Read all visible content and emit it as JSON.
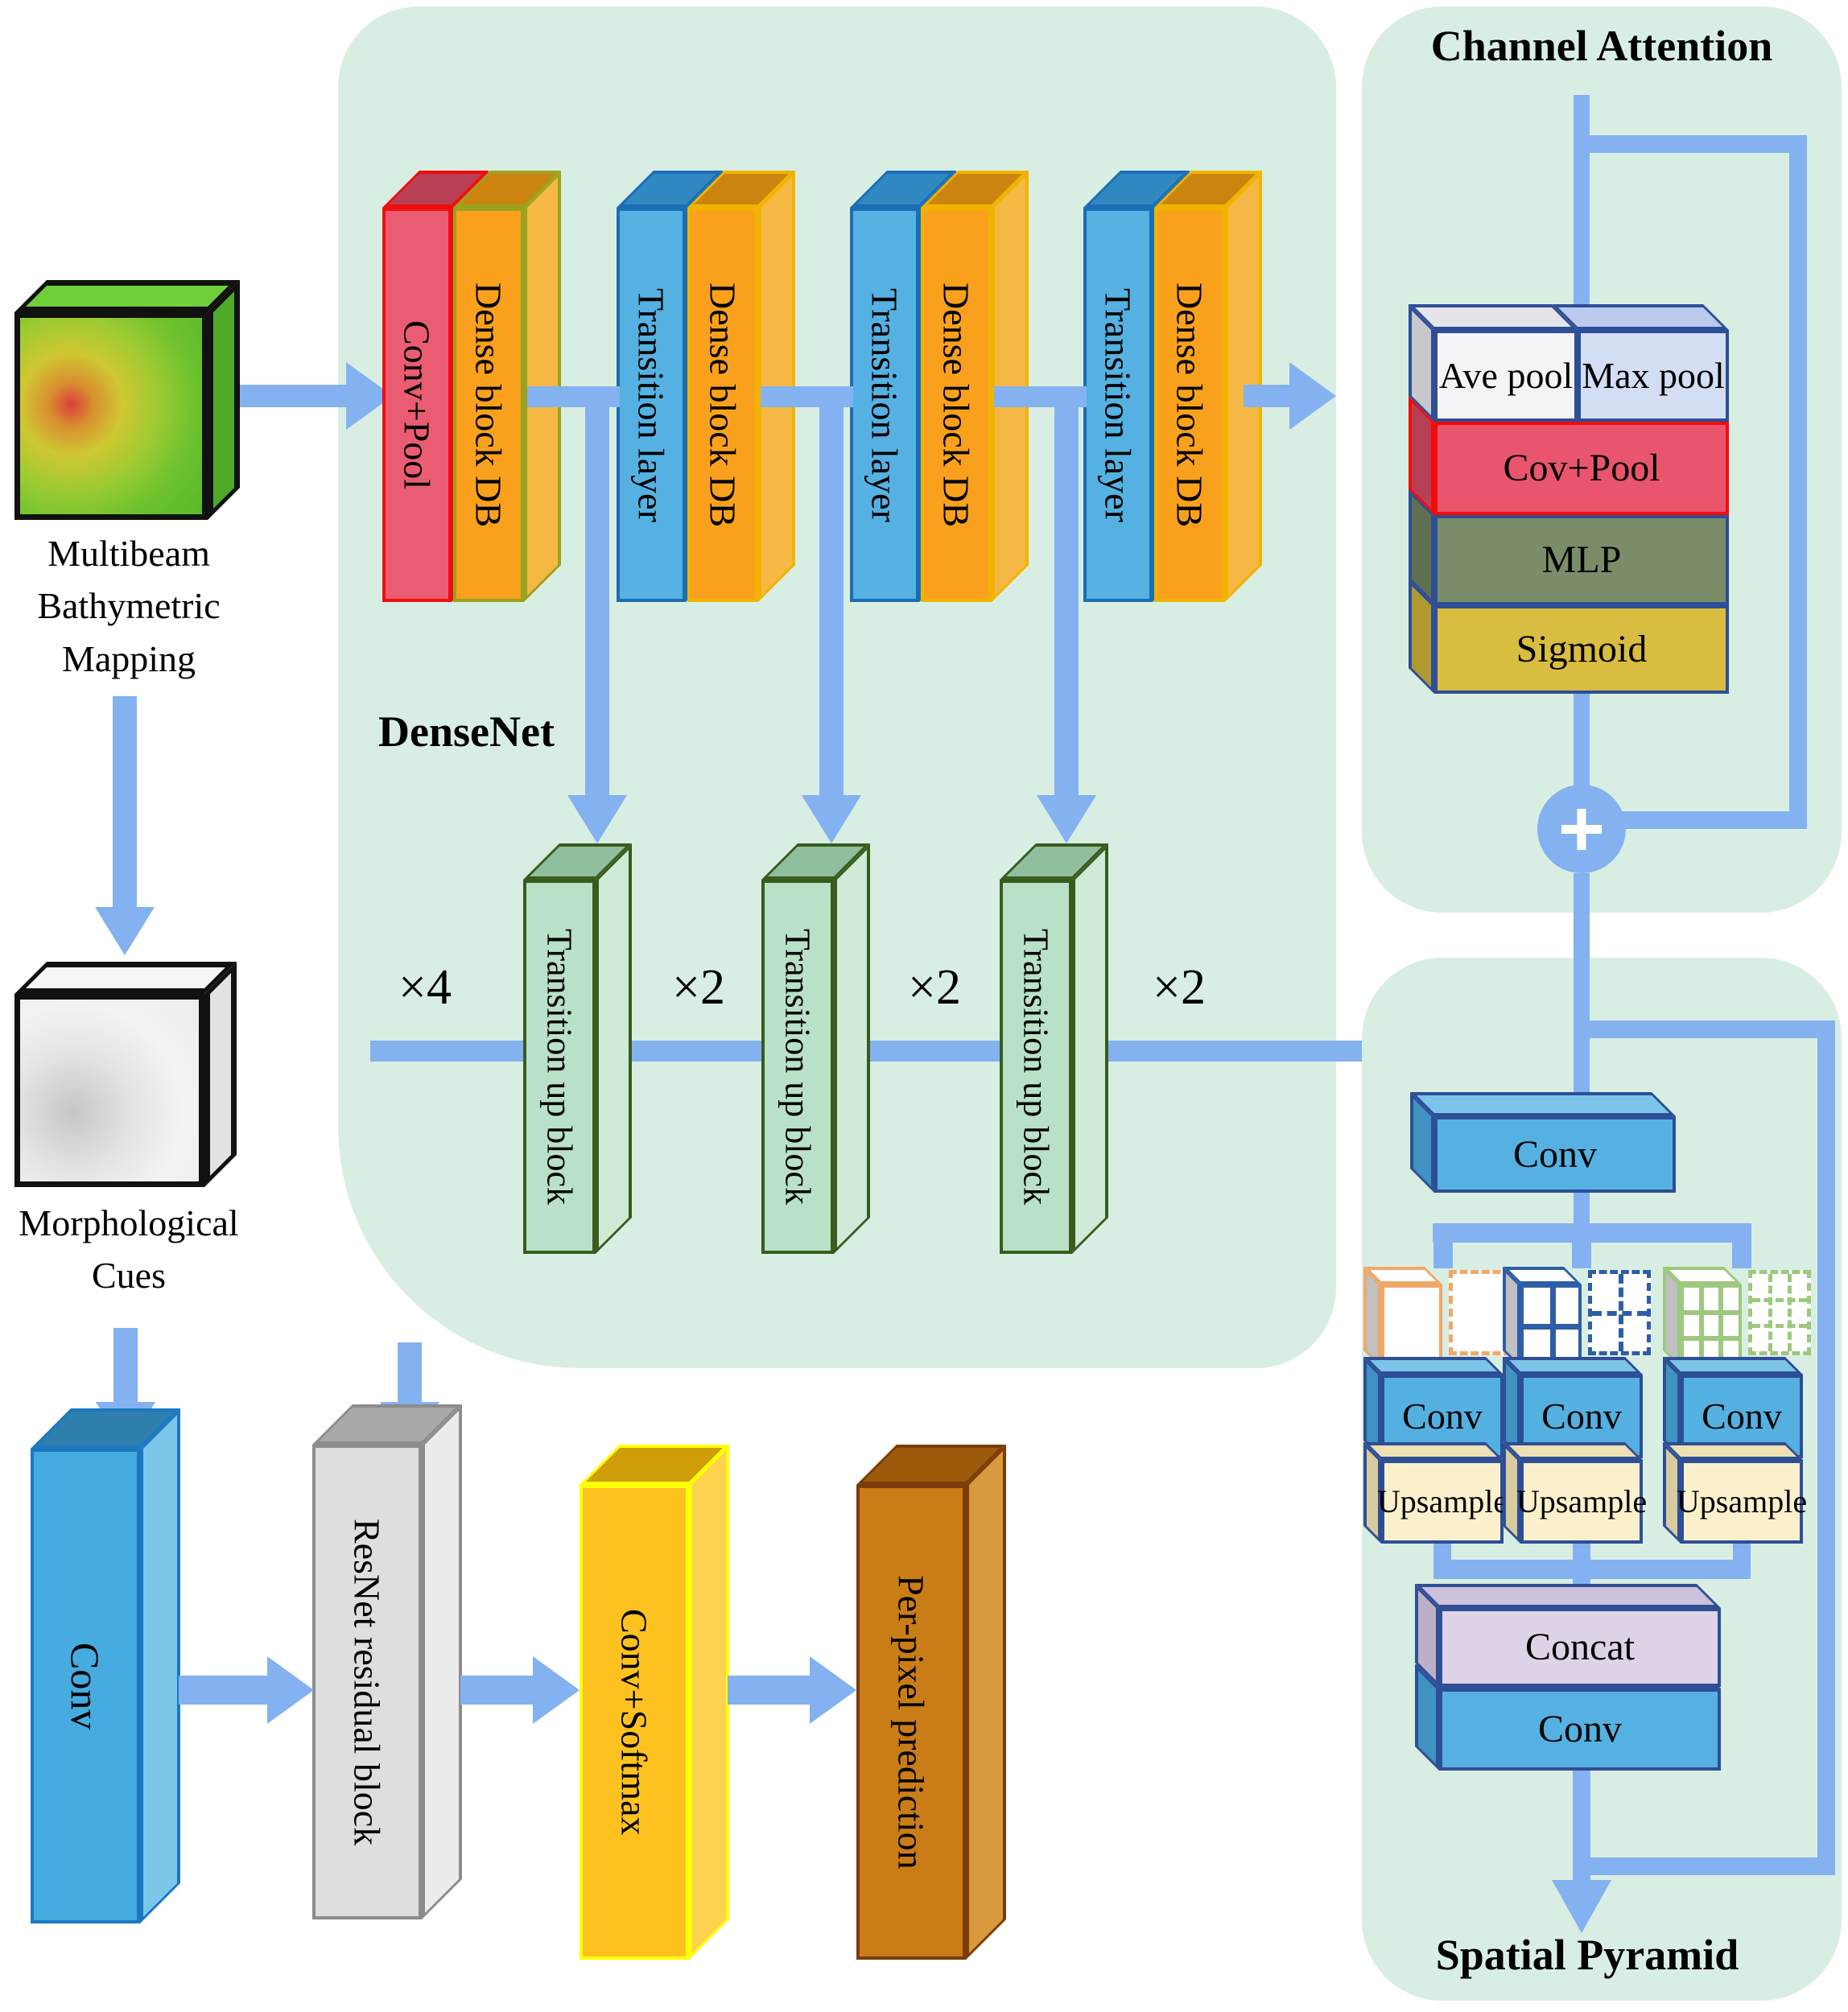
{
  "colors": {
    "panel_bg": "#d9eee3",
    "arrow_blue": "#84b1f0",
    "conv_pool_red": "#ea5c72",
    "dense_block_orange": "#f9a11c",
    "transition_layer_blue": "#55b1e1",
    "transition_up_green": "#b9e1c7",
    "resnet_gray": "#dedede",
    "softmax_yellow": "#fdc21f",
    "prediction_brown": "#ca7d16",
    "mlp_olive": "#7b8d68",
    "sigmoid_gold": "#d9bd40",
    "concat_lavender": "#ded3e6",
    "upsample_cream": "#faf0cc"
  },
  "inputs": {
    "multibeam_label": "Multibeam Bathymetric Mapping",
    "morphological_label": "Morphological Cues"
  },
  "densenet": {
    "title": "DenseNet",
    "pairs": [
      {
        "left": "Conv+Pool",
        "right": "Dense block DB"
      },
      {
        "left": "Transition layer",
        "right": "Dense block DB"
      },
      {
        "left": "Transition layer",
        "right": "Dense block DB"
      },
      {
        "left": "Transition layer",
        "right": "Dense block DB"
      }
    ],
    "up_blocks": [
      "Transition up block",
      "Transition up block",
      "Transition up block"
    ],
    "multipliers": [
      "×4",
      "×2",
      "×2",
      "×2"
    ]
  },
  "channel_attention": {
    "title": "Channel Attention",
    "ave_pool": "Ave pool",
    "max_pool": "Max pool",
    "cov_pool": "Cov+Pool",
    "mlp": "MLP",
    "sigmoid": "Sigmoid",
    "plus": "+"
  },
  "spatial_pyramid": {
    "title": "Spatial Pyramid",
    "conv": "Conv",
    "branches": [
      {
        "conv": "Conv",
        "upsample": "Upsample"
      },
      {
        "conv": "Conv",
        "upsample": "Upsample"
      },
      {
        "conv": "Conv",
        "upsample": "Upsample"
      }
    ],
    "concat": "Concat",
    "out_conv": "Conv"
  },
  "decoder_head": {
    "conv": "Conv",
    "resnet": "ResNet residual block",
    "conv_softmax": "Conv+Softmax",
    "prediction": "Per-pixel prediction"
  }
}
